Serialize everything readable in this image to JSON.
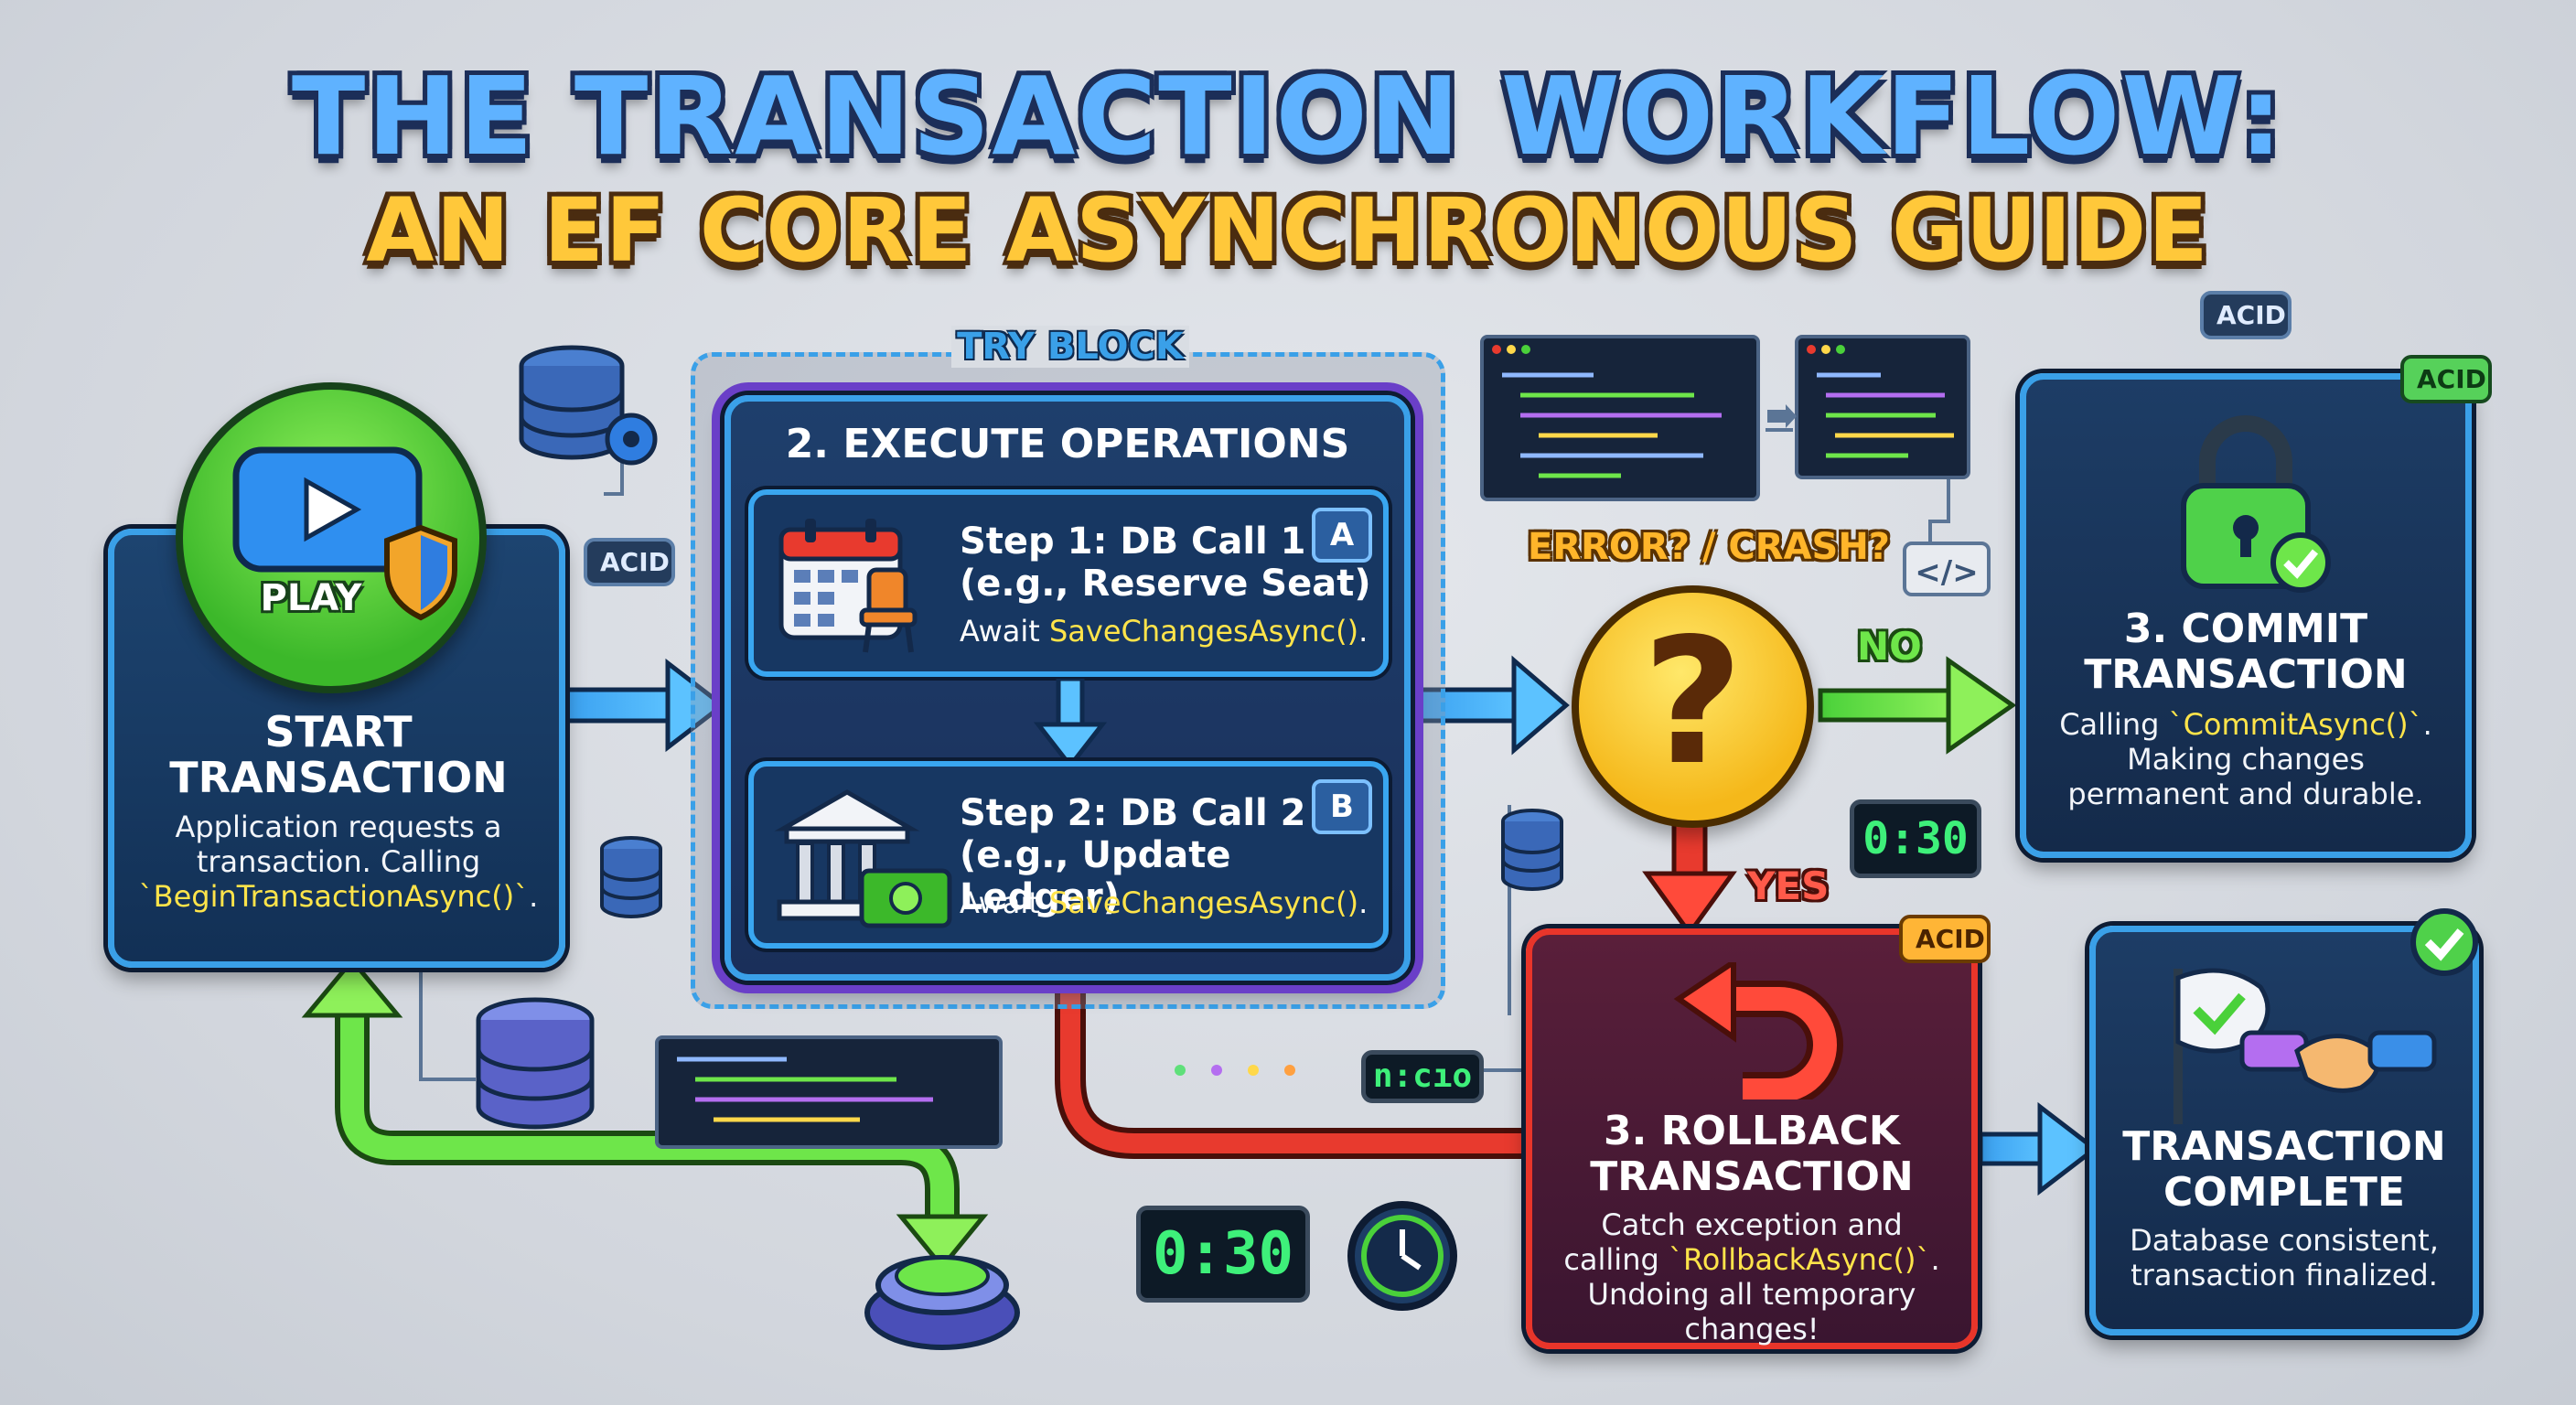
{
  "title": {
    "line1": "THE TRANSACTION WORKFLOW:",
    "line2": "AN EF CORE ASYNCHRONOUS GUIDE"
  },
  "start": {
    "play_label": "PLAY",
    "title": "START TRANSACTION",
    "desc_prefix": "Application requests a transaction. Calling ",
    "code": "`BeginTransactionAsync()`",
    "desc_suffix": "."
  },
  "acid_labels": {
    "near_start": "ACID",
    "top_right": "ACID",
    "commit": "ACID",
    "rollback": "ACID"
  },
  "try_block": {
    "label": "TRY BLOCK",
    "title": "2. EXECUTE OPERATIONS",
    "step1": {
      "letter": "A",
      "line1": "Step 1: DB Call 1",
      "line2": "(e.g., Reserve Seat)",
      "await_prefix": "Await ",
      "await_code": "SaveChangesAsync()",
      "await_suffix": "."
    },
    "step2": {
      "letter": "B",
      "line1": "Step 2: DB Call 2",
      "line2": "(e.g., Update Ledger)",
      "await_prefix": "Await ",
      "await_code": "SaveChangesAsync()",
      "await_suffix": "."
    }
  },
  "decision": {
    "question": "ERROR? / CRASH?",
    "symbol": "?",
    "no_label": "NO",
    "yes_label": "YES",
    "code_tag": "</>"
  },
  "commit": {
    "title": "3. COMMIT TRANSACTION",
    "desc_prefix": "Calling ",
    "code": "`CommitAsync()`",
    "desc_suffix": ". Making changes permanent and durable."
  },
  "rollback": {
    "title": "3. ROLLBACK TRANSACTION",
    "desc_prefix": "Catch exception and calling ",
    "code": "`RollbackAsync()`",
    "desc_suffix": ". Undoing all temporary changes!"
  },
  "complete": {
    "title": "TRANSACTION COMPLETE",
    "desc": "Database consistent, transaction finalized."
  },
  "timers": {
    "right": "0:30",
    "middle": "n:cıo",
    "bottom": "0:30"
  },
  "colors": {
    "panel_blue": "#1d3d66",
    "border_blue": "#3aa0e8",
    "rollback_red": "#d92b2b",
    "commit_green": "#4fd14a",
    "code_yellow": "#ffe44a",
    "title_blue": "#5fb2ff",
    "title_gold": "#ffc83a"
  }
}
